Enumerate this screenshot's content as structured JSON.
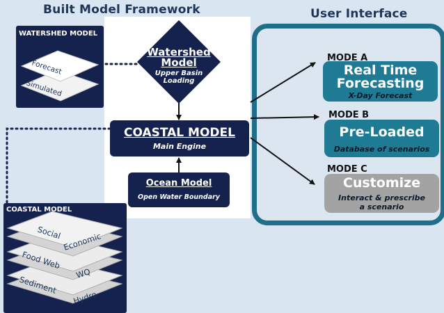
{
  "headers": {
    "left": "Built Model Framework",
    "right": "User Interface"
  },
  "watershed_card": {
    "title": "WATERSHED MODEL",
    "layers": [
      "Forecast",
      "Simulated"
    ]
  },
  "watershed_diamond": {
    "title_line1": "Watershed",
    "title_line2": "Model",
    "sub_line1": "Upper Basin",
    "sub_line2": "Loading"
  },
  "coastal_main": {
    "title": "COASTAL MODEL",
    "subtitle": "Main Engine"
  },
  "ocean": {
    "title": "Ocean Model",
    "subtitle": "Open Water Boundary"
  },
  "coastal_card": {
    "title": "COASTAL MODEL",
    "layers": [
      {
        "left": "Social",
        "right": "Economic"
      },
      {
        "left": "Food Web",
        "right": "WQ"
      },
      {
        "left": "Sediment",
        "right": "Hydro"
      }
    ]
  },
  "modes": [
    {
      "label": "MODE A",
      "title_line1": "Real Time",
      "title_line2": "Forecasting",
      "sub_line1": "X-Day Forecast",
      "sub_line2": "",
      "color": "#1f7a94"
    },
    {
      "label": "MODE B",
      "title_line1": "Pre-Loaded",
      "title_line2": "",
      "sub_line1": "Database of scenarios",
      "sub_line2": "",
      "color": "#1f7a94"
    },
    {
      "label": "MODE C",
      "title_line1": "Customize",
      "title_line2": "",
      "sub_line1": "Interact & prescribe",
      "sub_line2": "a scenario",
      "color": "#a3a3a3"
    }
  ],
  "colors": {
    "navy": "#15224e",
    "teal": "#1f6f8b",
    "grey": "#a3a3a3",
    "background": "#dae5f2"
  }
}
